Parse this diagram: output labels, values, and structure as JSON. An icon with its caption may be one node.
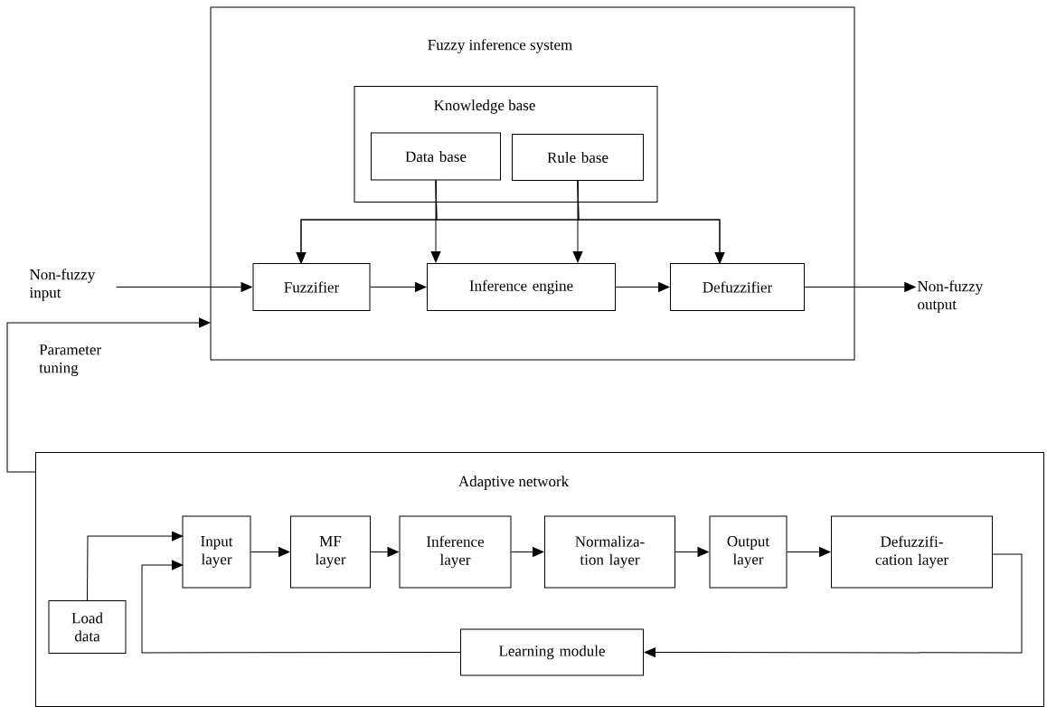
{
  "diagram": {
    "nodes": [
      {
        "text": [
          "Fuzzy inference system"
        ]
      },
      {
        "text": [
          "Knowledge base"
        ],
        "in": 0
      },
      {
        "text": [
          "Data base"
        ],
        "in": 1
      },
      {
        "text": [
          "Rule base"
        ],
        "in": 1
      },
      {
        "text": [
          "Fuzzifier"
        ],
        "in": 0
      },
      {
        "text": [
          "Inference engine"
        ],
        "in": 0
      },
      {
        "text": [
          "Defuzzifier"
        ],
        "in": 0
      },
      {
        "text": [
          "Non-fuzzy input"
        ]
      },
      {
        "text": [
          "Non-fuzzy output"
        ]
      },
      {
        "text": [
          "Adaptive network"
        ]
      },
      {
        "text": [
          "Load data"
        ],
        "in": 9
      },
      {
        "text": [
          "Input layer"
        ],
        "in": 9
      },
      {
        "text": [
          "MF layer"
        ],
        "in": 9
      },
      {
        "text": [
          "Inference layer"
        ],
        "in": 9
      },
      {
        "text": [
          "Normaliza-tion layer"
        ],
        "in": 9
      },
      {
        "text": [
          "Output layer"
        ],
        "in": 9
      },
      {
        "text": [
          "Defuzzifi-cation layer"
        ],
        "in": 9
      },
      {
        "text": [
          "Learning module"
        ],
        "in": 9
      }
    ],
    "edges": [
      {
        "from": 7,
        "to": 4,
        "arrow": "to"
      },
      {
        "from": 4,
        "to": 5,
        "arrow": "to"
      },
      {
        "from": 5,
        "to": 6,
        "arrow": "to"
      },
      {
        "from": 6,
        "to": 8,
        "arrow": "to"
      },
      {
        "from": 2,
        "to": 5,
        "arrow": "to"
      },
      {
        "from": 3,
        "to": 5,
        "arrow": "to"
      },
      {
        "from": 2,
        "to": 4,
        "arrow": "to"
      },
      {
        "from": 3,
        "to": 6,
        "arrow": "to"
      },
      {
        "from": 2,
        "to": 6,
        "arrow": "to"
      },
      {
        "from": 3,
        "to": 4,
        "arrow": "to"
      },
      {
        "from": 9,
        "to": 0,
        "label": "Parameter tuning",
        "arrow": "to"
      },
      {
        "from": 10,
        "to": 11,
        "arrow": "to"
      },
      {
        "from": 11,
        "to": 12,
        "arrow": "to"
      },
      {
        "from": 12,
        "to": 13,
        "arrow": "to"
      },
      {
        "from": 13,
        "to": 14,
        "arrow": "to"
      },
      {
        "from": 14,
        "to": 15,
        "arrow": "to"
      },
      {
        "from": 15,
        "to": 16,
        "arrow": "to"
      },
      {
        "from": 16,
        "to": 17,
        "arrow": "to"
      },
      {
        "from": 17,
        "to": 11,
        "arrow": "to"
      }
    ]
  }
}
